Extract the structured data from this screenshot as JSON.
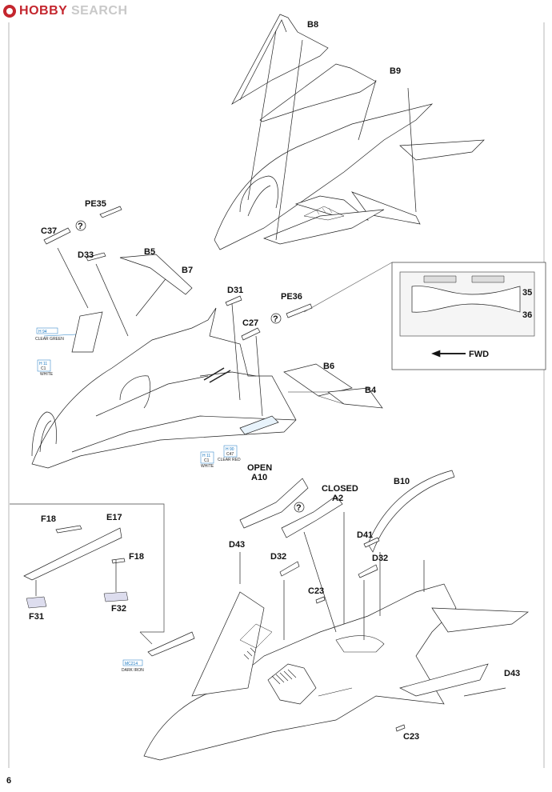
{
  "watermark": {
    "brand_prefix": "H",
    "brand_red": "OBBY",
    "brand_rest": " SEARCH"
  },
  "page_number": "6",
  "parts": {
    "B8": "B8",
    "B9": "B9",
    "PE35": "PE35",
    "C37": "C37",
    "D33": "D33",
    "B5": "B5",
    "B7": "B7",
    "D31": "D31",
    "PE36": "PE36",
    "C27": "C27",
    "B6": "B6",
    "B4": "B4",
    "open_label": "OPEN",
    "A10": "A10",
    "closed_label": "CLOSED",
    "A2": "A2",
    "B10": "B10",
    "D41": "D41",
    "D43_top": "D43",
    "D32_left": "D32",
    "D32_right": "D32",
    "C23_top": "C23",
    "C23_bottom": "C23",
    "D43_right": "D43",
    "F18_top": "F18",
    "E17": "E17",
    "F18_right": "F18",
    "F31": "F31",
    "F32": "F32"
  },
  "detail": {
    "row_35": "35",
    "row_36": "36",
    "fwd": "FWD"
  },
  "colors": {
    "h94": {
      "code": "H 94",
      "name": "CLEAR GREEN"
    },
    "h11a": {
      "code": "H 11",
      "sub": "C1",
      "name": "WHITE"
    },
    "h11b": {
      "code": "H 11",
      "sub": "C1",
      "name": "WHITE"
    },
    "h90": {
      "code": "H 90",
      "sub": "C47",
      "name": "CLEAR RED"
    },
    "mc214": {
      "code": "MC214",
      "name": "DARK IRON"
    }
  },
  "callout_symbol": "?",
  "accent": {
    "callout_blue": "#1a78c2",
    "brand_red": "#c4262e"
  }
}
